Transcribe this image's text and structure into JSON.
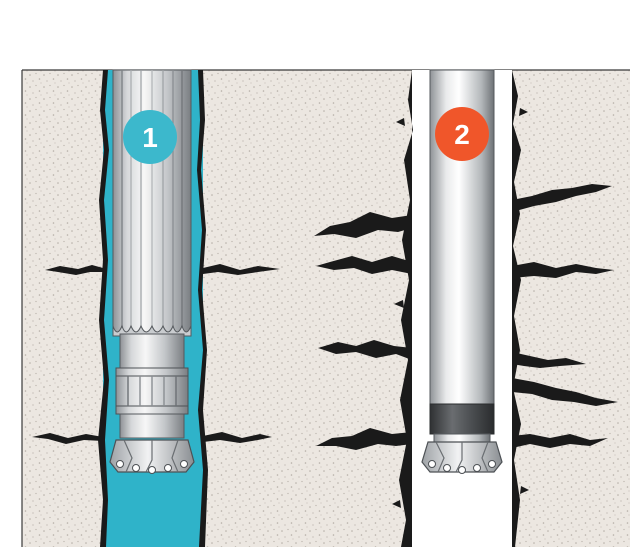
{
  "diagram": {
    "badges": [
      {
        "label": "1",
        "color": "#3cb8cc"
      },
      {
        "label": "2",
        "color": "#f0562a"
      }
    ],
    "colors": {
      "rock": "#ece7e1",
      "rock_speckle": "#b5aea6",
      "fluid": "#2fb3c9",
      "open_hole": "#ffffff",
      "fracture": "#1a1a1a",
      "steel_light": "#f2f2f2",
      "steel_mid": "#b9bcbf",
      "steel_dark": "#6e7276",
      "collar": "#4a4c4f"
    },
    "icons": {
      "tool_1": "fluted-drill-string-with-bit",
      "tool_2": "smooth-drill-string-with-bit"
    }
  }
}
